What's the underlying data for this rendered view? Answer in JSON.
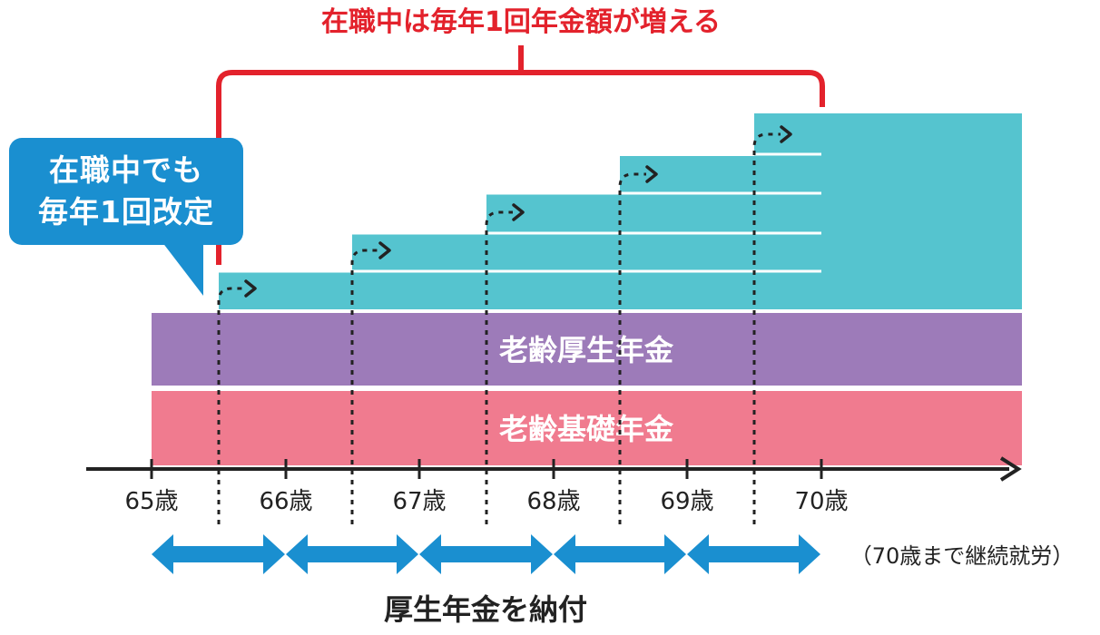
{
  "title": "在職中は毎年1回年金額が増える",
  "bubble": {
    "line1": "在職中でも",
    "line2": "毎年1回改定"
  },
  "bands": {
    "kosei": "老齢厚生年金",
    "kiso": "老齢基礎年金"
  },
  "ages": [
    "65歳",
    "66歳",
    "67歳",
    "68歳",
    "69歳",
    "70歳"
  ],
  "note": "（70歳まで継続就労）",
  "footer": "厚生年金を納付",
  "colors": {
    "red": "#e3222c",
    "teal": "#55c4cf",
    "purple": "#9d7bb9",
    "pink": "#f07b8f",
    "blue": "#1a8fd0"
  }
}
